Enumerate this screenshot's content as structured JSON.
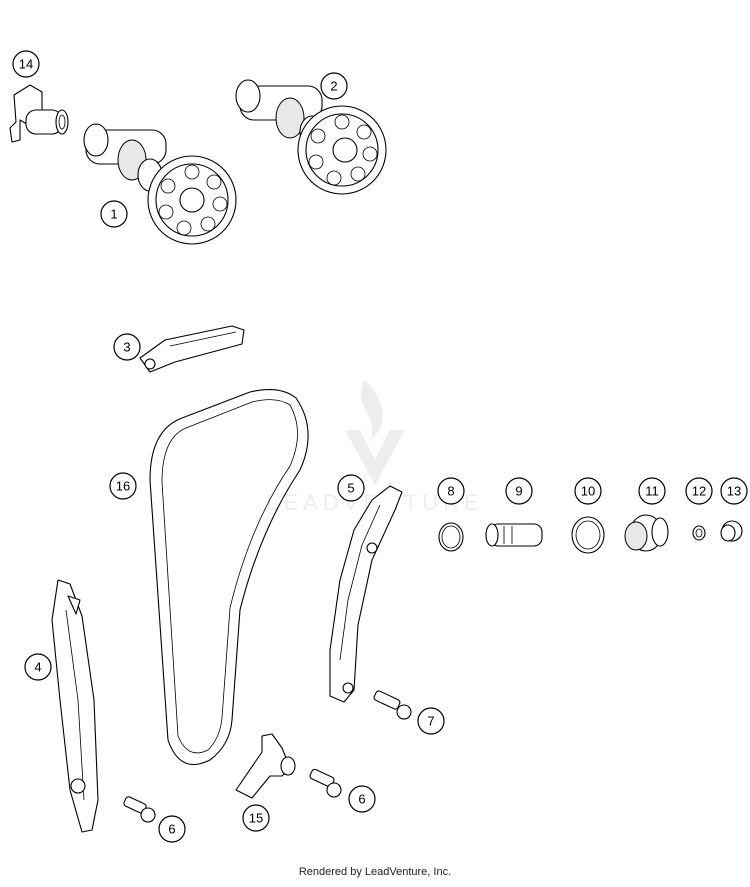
{
  "footer": {
    "text": "Rendered by LeadVenture, Inc."
  },
  "watermark": {
    "text": "LEADVENTURE"
  },
  "callouts": [
    "14",
    "2",
    "1",
    "3",
    "16",
    "5",
    "8",
    "9",
    "10",
    "11",
    "12",
    "13",
    "4",
    "7",
    "6",
    "6",
    "15"
  ]
}
